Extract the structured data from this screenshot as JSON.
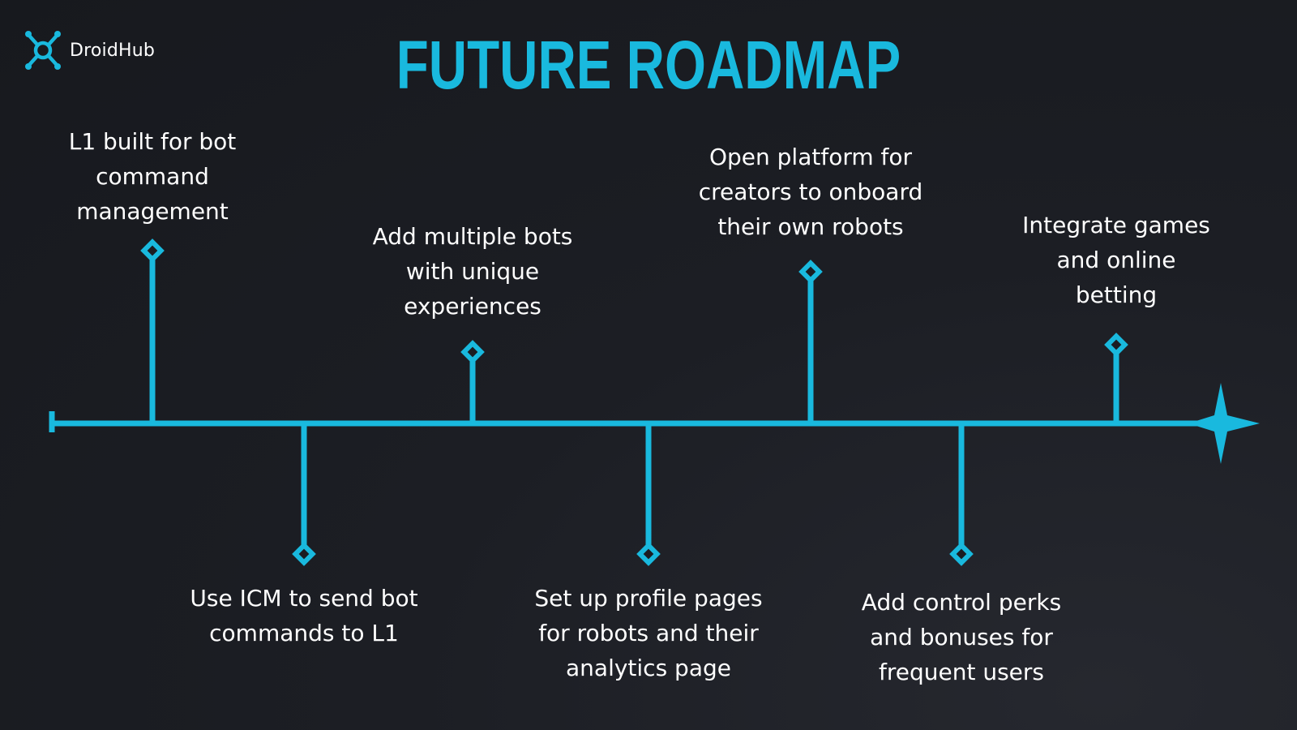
{
  "brand": {
    "name": "DroidHub",
    "logo_icon": "droid-network-icon"
  },
  "title": "FUTURE ROADMAP",
  "colors": {
    "accent": "#19b9de",
    "background": "#1b1d22",
    "text": "#ffffff"
  },
  "milestones": [
    {
      "label": "L1 built for bot command management",
      "lines": [
        "L1 built for bot",
        "command",
        "management"
      ],
      "side": "above"
    },
    {
      "label": "Use ICM to send bot commands to L1",
      "lines": [
        "Use ICM to send bot",
        "commands to L1"
      ],
      "side": "below"
    },
    {
      "label": "Add multiple bots with unique experiences",
      "lines": [
        "Add multiple bots",
        "with unique",
        "experiences"
      ],
      "side": "above"
    },
    {
      "label": "Set up profile pages for robots and their analytics page",
      "lines": [
        "Set up profile pages",
        "for robots and their",
        "analytics page"
      ],
      "side": "below"
    },
    {
      "label": "Open platform for creators to onboard their own robots",
      "lines": [
        "Open platform for",
        "creators to onboard",
        "their own robots"
      ],
      "side": "above"
    },
    {
      "label": "Add control perks and bonuses for frequent users",
      "lines": [
        "Add control perks",
        "and bonuses for",
        "frequent users"
      ],
      "side": "below"
    },
    {
      "label": "Integrate games and online betting",
      "lines": [
        "Integrate games",
        "and online",
        "betting"
      ],
      "side": "above"
    }
  ]
}
